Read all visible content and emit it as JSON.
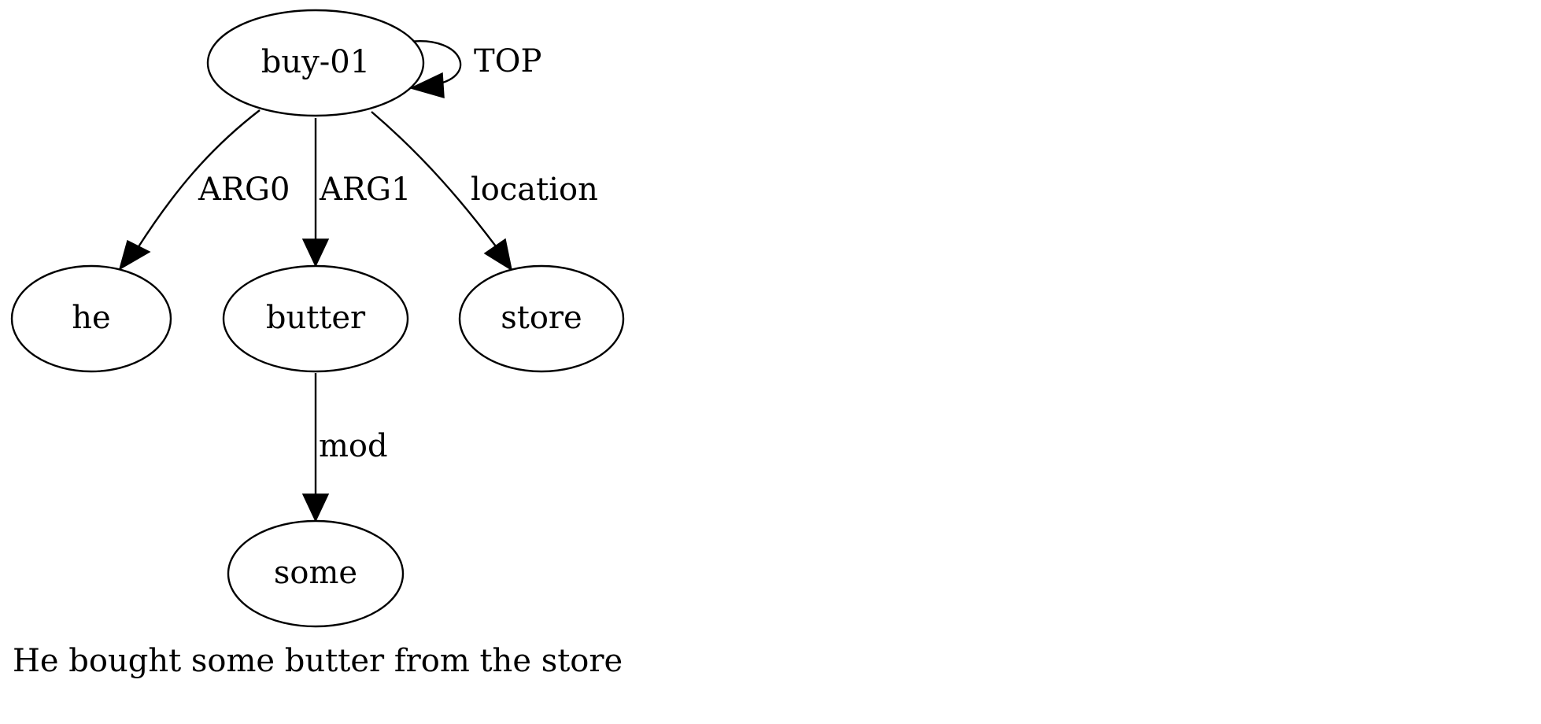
{
  "diagram": {
    "nodes": {
      "buy": "buy-01",
      "he": "he",
      "butter": "butter",
      "store": "store",
      "some": "some"
    },
    "edges": {
      "top": "TOP",
      "arg0": "ARG0",
      "arg1": "ARG1",
      "location": "location",
      "mod": "mod"
    },
    "caption": "He bought some butter from the store"
  }
}
